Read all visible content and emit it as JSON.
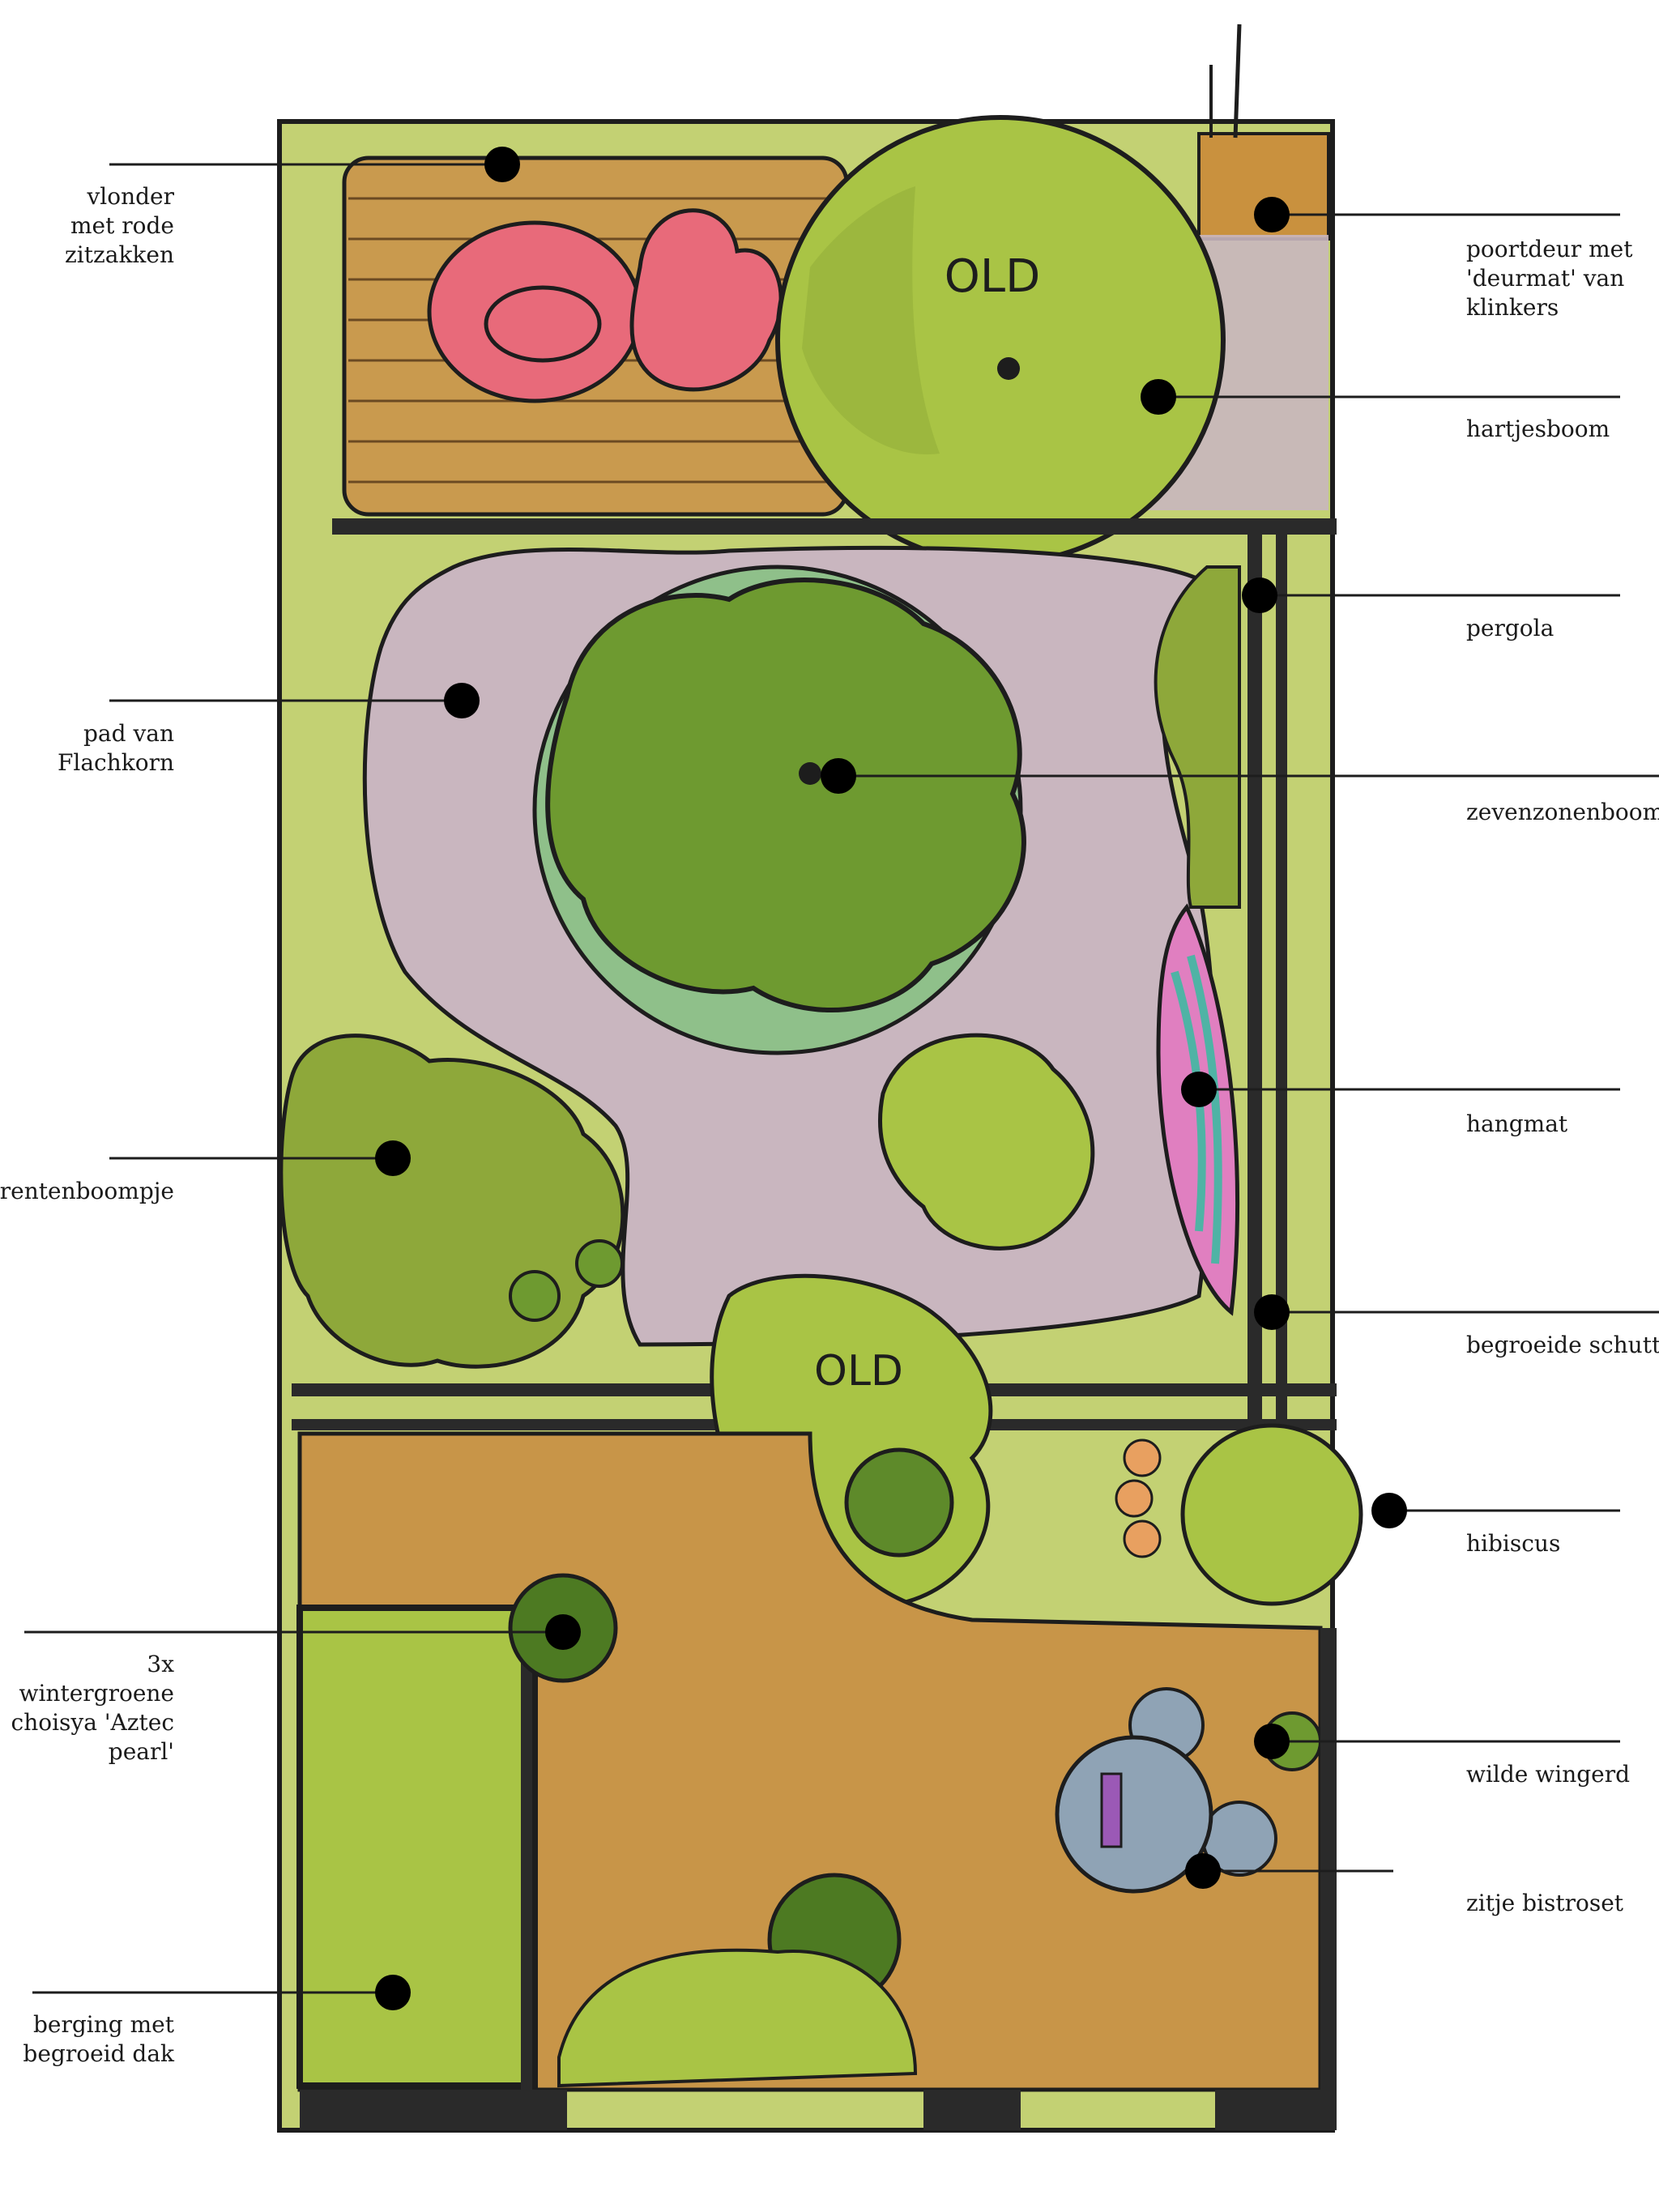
{
  "plan": {
    "colors": {
      "lawn": "#b9c95a",
      "lawn_dark": "#8ea83a",
      "path": "#c9b6bf",
      "deck": "#c99a4e",
      "terrace": "#c89548",
      "tree_light": "#a9c445",
      "tree_dark": "#5e8a2a",
      "beanbag": "#e86a7a",
      "hammock_pink": "#e07fc0",
      "hammock_teal": "#4fb3a5",
      "bistro_table": "#8fa3b5",
      "orange": "#e8a060",
      "ink": "#1d1d1d"
    },
    "tree_marks": [
      "OLD",
      "OLD"
    ]
  },
  "labels": {
    "vlonder": "vlonder\nmet rode\nzitzakken",
    "poortdeur": "poortdeur met\n'deurmat' van\nklinkers",
    "hartjesboom": "hartjesboom",
    "pergola": "pergola",
    "pad": "pad van\nFlachkorn",
    "zevenzonenboom": "zevenzonenboom",
    "hangmat": "hangmat",
    "krentenboompje": "krentenboompje",
    "begroeide_schutting": "begroeide schutting",
    "hibiscus": "hibiscus",
    "choisya": "3x wintergroene\nchoisya 'Aztec\npearl'",
    "wilde_wingerd": "wilde wingerd",
    "zitje_bistroset": "zitje bistroset",
    "berging": "berging met\nbegroeid dak"
  }
}
